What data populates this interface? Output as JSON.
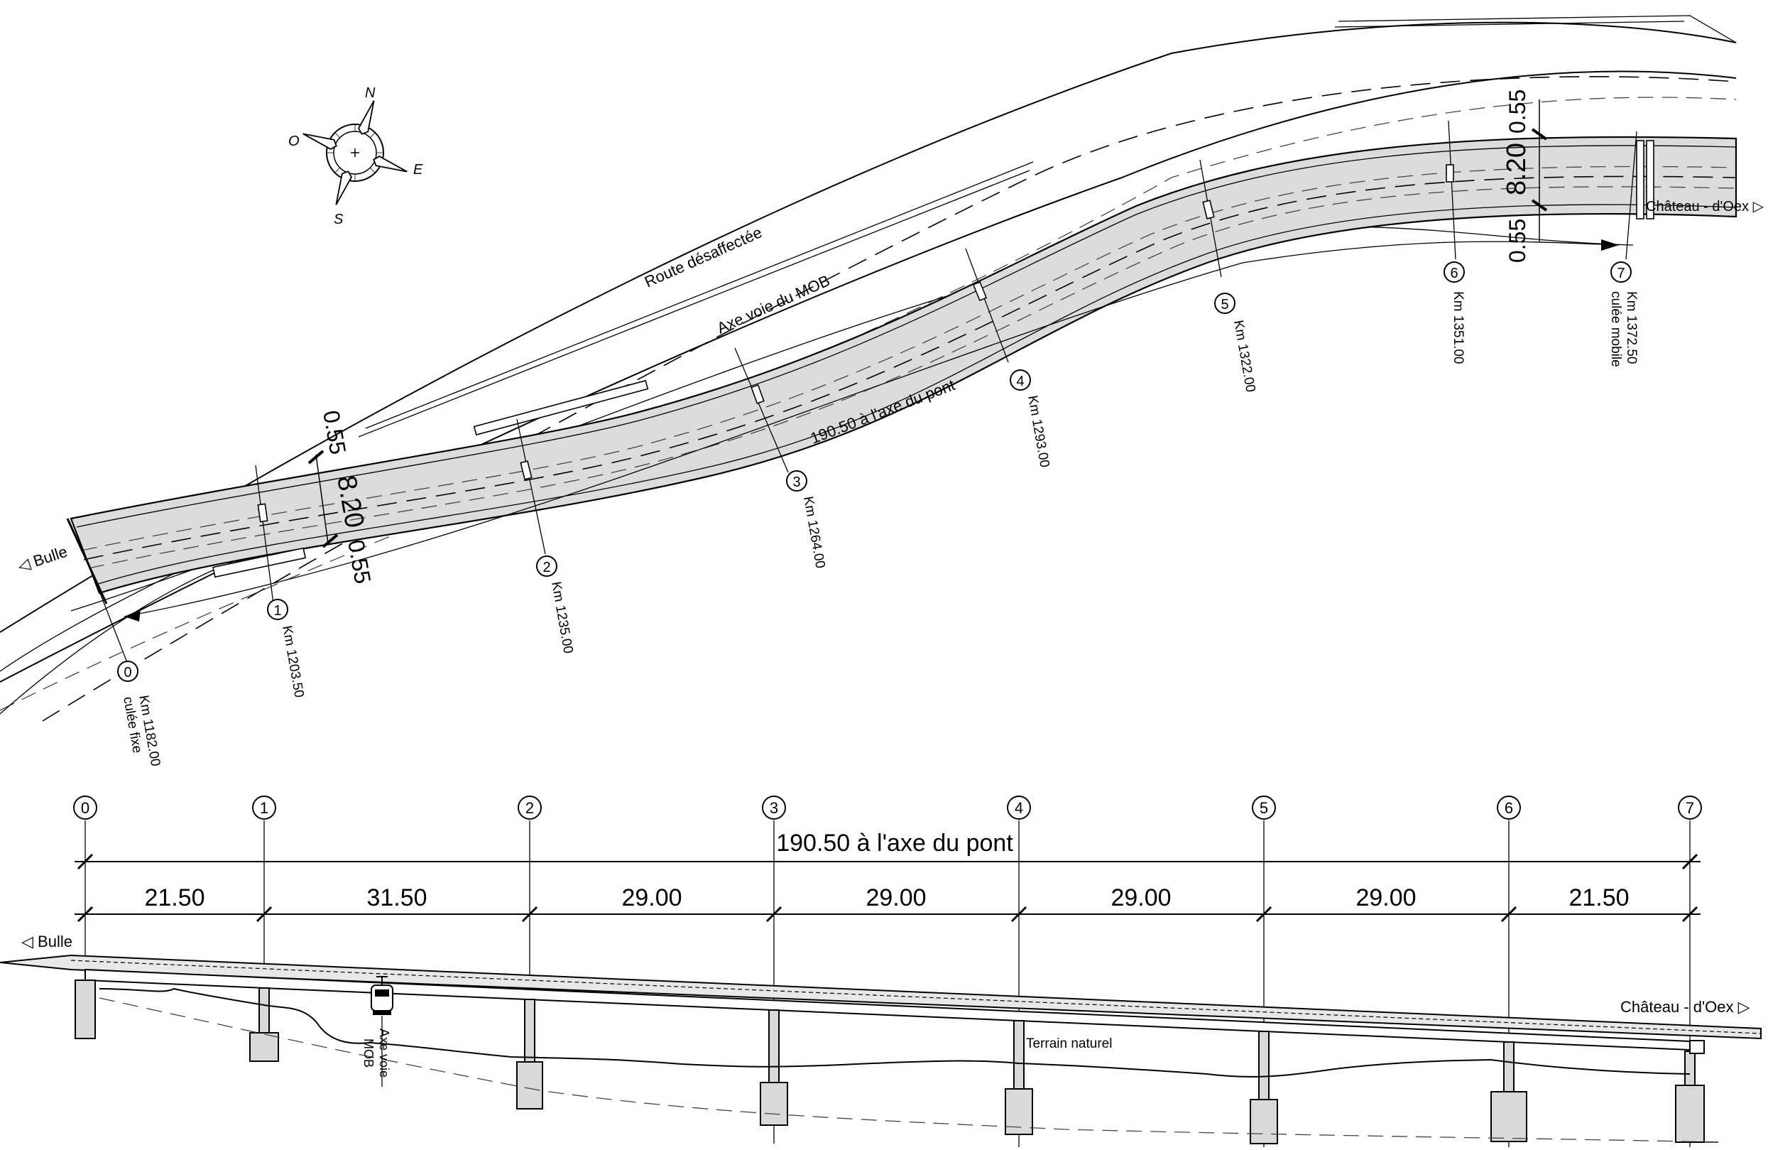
{
  "compass": {
    "n": "N",
    "e": "E",
    "s": "S",
    "o": "O"
  },
  "plan": {
    "road_label": "Route désaffectée",
    "mob_label": "Axe voie du MOB",
    "axis_length_label": "190.50 à l'axe du pont",
    "left_end": "◁ Bulle",
    "right_end": "Château - d'Oex ▷",
    "width_top": "0.55",
    "width_mid": "8.20",
    "width_bot": "0.55",
    "axes": [
      {
        "num": "0",
        "km": "Km 1182.00",
        "note": "culée fixe"
      },
      {
        "num": "1",
        "km": "Km 1203.50",
        "note": ""
      },
      {
        "num": "2",
        "km": "Km 1235.00",
        "note": ""
      },
      {
        "num": "3",
        "km": "Km 1264.00",
        "note": ""
      },
      {
        "num": "4",
        "km": "Km 1293.00",
        "note": ""
      },
      {
        "num": "5",
        "km": "Km 1322.00",
        "note": ""
      },
      {
        "num": "6",
        "km": "Km 1351.00",
        "note": ""
      },
      {
        "num": "7",
        "km": "Km 1372.50",
        "note": "culée mobile"
      }
    ]
  },
  "elevation": {
    "total_label": "190.50 à l'axe du pont",
    "spans": [
      "21.50",
      "31.50",
      "29.00",
      "29.00",
      "29.00",
      "29.00",
      "21.50"
    ],
    "axes": [
      "0",
      "1",
      "2",
      "3",
      "4",
      "5",
      "6",
      "7"
    ],
    "left_end": "◁ Bulle",
    "right_end": "Château - d'Oex ▷",
    "terrain_label": "Terrain naturel",
    "mob_label_1": "Axe voie",
    "mob_label_2": "MOB"
  }
}
